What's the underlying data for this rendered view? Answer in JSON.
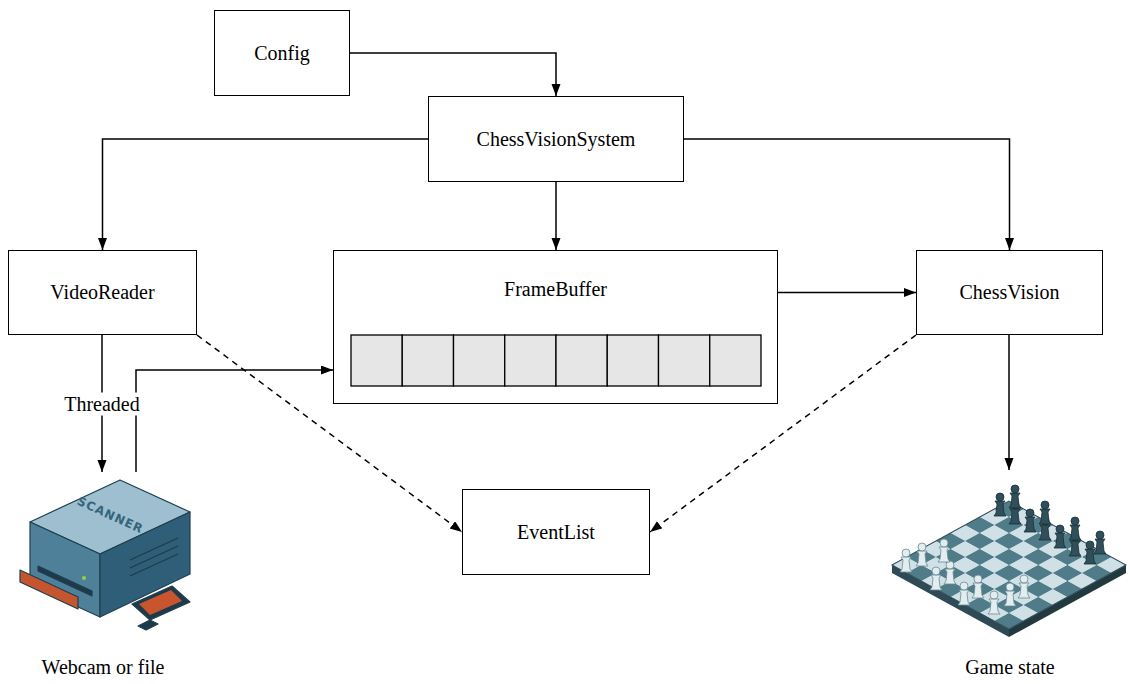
{
  "diagram": {
    "nodes": [
      {
        "text": [
          "Config"
        ]
      },
      {
        "text": [
          "ChessVisionSystem"
        ]
      },
      {
        "text": [
          "VideoReader"
        ]
      },
      {
        "text": [
          "FrameBuffer"
        ]
      },
      {
        "text": [
          "ChessVision"
        ]
      },
      {
        "text": [
          "EventList"
        ]
      }
    ],
    "edges": [
      {
        "from": 0,
        "to": 1,
        "arrow": "to"
      },
      {
        "from": 1,
        "to": 2,
        "arrow": "to"
      },
      {
        "from": 1,
        "to": 3,
        "arrow": "to"
      },
      {
        "from": 1,
        "to": 4,
        "arrow": "to"
      },
      {
        "from": 3,
        "to": 4,
        "arrow": "to"
      },
      {
        "from": 2,
        "to": 5,
        "arrow": "to"
      },
      {
        "from": 4,
        "to": 5,
        "arrow": "to"
      }
    ],
    "labels": [
      "Threaded",
      "Webcam or file",
      "Game state",
      "SCANNER"
    ]
  }
}
